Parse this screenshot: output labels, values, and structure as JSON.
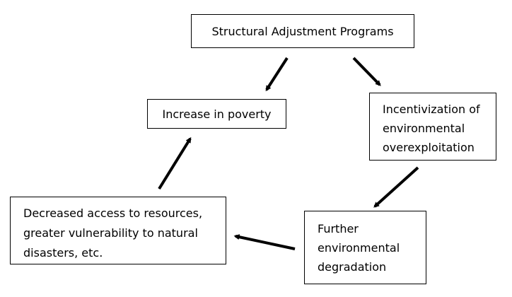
{
  "nodes": {
    "structural_adjustment": {
      "lines": [
        "Structural Adjustment Programs"
      ]
    },
    "increase_poverty": {
      "lines": [
        "Increase in poverty"
      ]
    },
    "incentivization": {
      "lines": [
        "Incentivization of",
        "environmental",
        "overexploitation"
      ]
    },
    "degradation": {
      "lines": [
        "Further",
        "environmental",
        "degradation"
      ]
    },
    "decreased_access": {
      "lines": [
        "Decreased access to resources,",
        "greater vulnerability to natural",
        "disasters, etc."
      ]
    }
  },
  "edges": [
    {
      "from": "structural_adjustment",
      "to": "increase_poverty"
    },
    {
      "from": "structural_adjustment",
      "to": "incentivization"
    },
    {
      "from": "incentivization",
      "to": "degradation"
    },
    {
      "from": "degradation",
      "to": "decreased_access"
    },
    {
      "from": "decreased_access",
      "to": "increase_poverty"
    }
  ],
  "colors": {
    "stroke": "#000000",
    "box_fill": "#ffffff",
    "text": "#000000"
  }
}
